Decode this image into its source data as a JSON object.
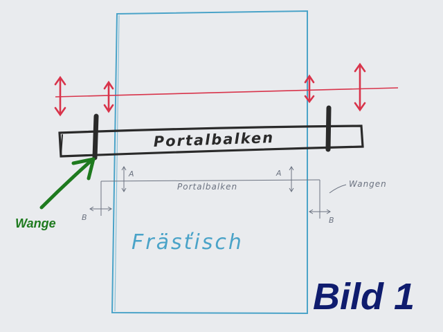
{
  "title": "Bild 1",
  "labels": {
    "wange": "Wange",
    "portalbalken_main": "Portalbalken",
    "portalbalken_small": "Portalbalken",
    "wangen": "Wangen",
    "fraestisch": "Fräsťisch",
    "a_left": "A",
    "a_right": "A",
    "b_left": "B",
    "b_right": "B"
  },
  "colors": {
    "paper": "#e9ebee",
    "table_blue": "#4aa3c8",
    "red_line": "#d8334a",
    "beam_ink": "#2a2a2a",
    "green_arrow": "#1e7a1e",
    "title_navy": "#0f1c6e"
  }
}
